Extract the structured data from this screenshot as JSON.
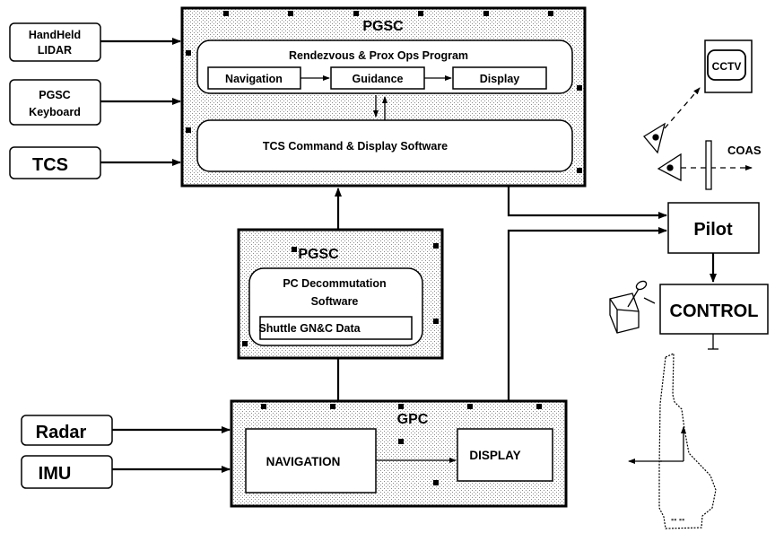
{
  "inputs_top": {
    "handheld_lidar": [
      "HandHeld",
      "LIDAR"
    ],
    "pgsc_keyboard": [
      "PGSC",
      "Keyboard"
    ],
    "tcs": "TCS"
  },
  "pgsc_main": {
    "title": "PGSC",
    "rpo_program": "Rendezvous & Prox Ops Program",
    "navigation": "Navigation",
    "guidance": "Guidance",
    "display": "Display",
    "tcs_software": "TCS Command & Display Software"
  },
  "pgsc_mid": {
    "title": "PGSC",
    "decom_line1": "PC Decommutation",
    "decom_line2": "Software",
    "gnc_data": "Shuttle GN&C Data"
  },
  "gpc": {
    "title": "GPC",
    "navigation": "NAVIGATION",
    "display": "DISPLAY"
  },
  "inputs_bottom": {
    "radar": "Radar",
    "imu": "IMU"
  },
  "right": {
    "cctv": "CCTV",
    "coas": "COAS",
    "pilot": "Pilot",
    "control": "CONTROL"
  }
}
